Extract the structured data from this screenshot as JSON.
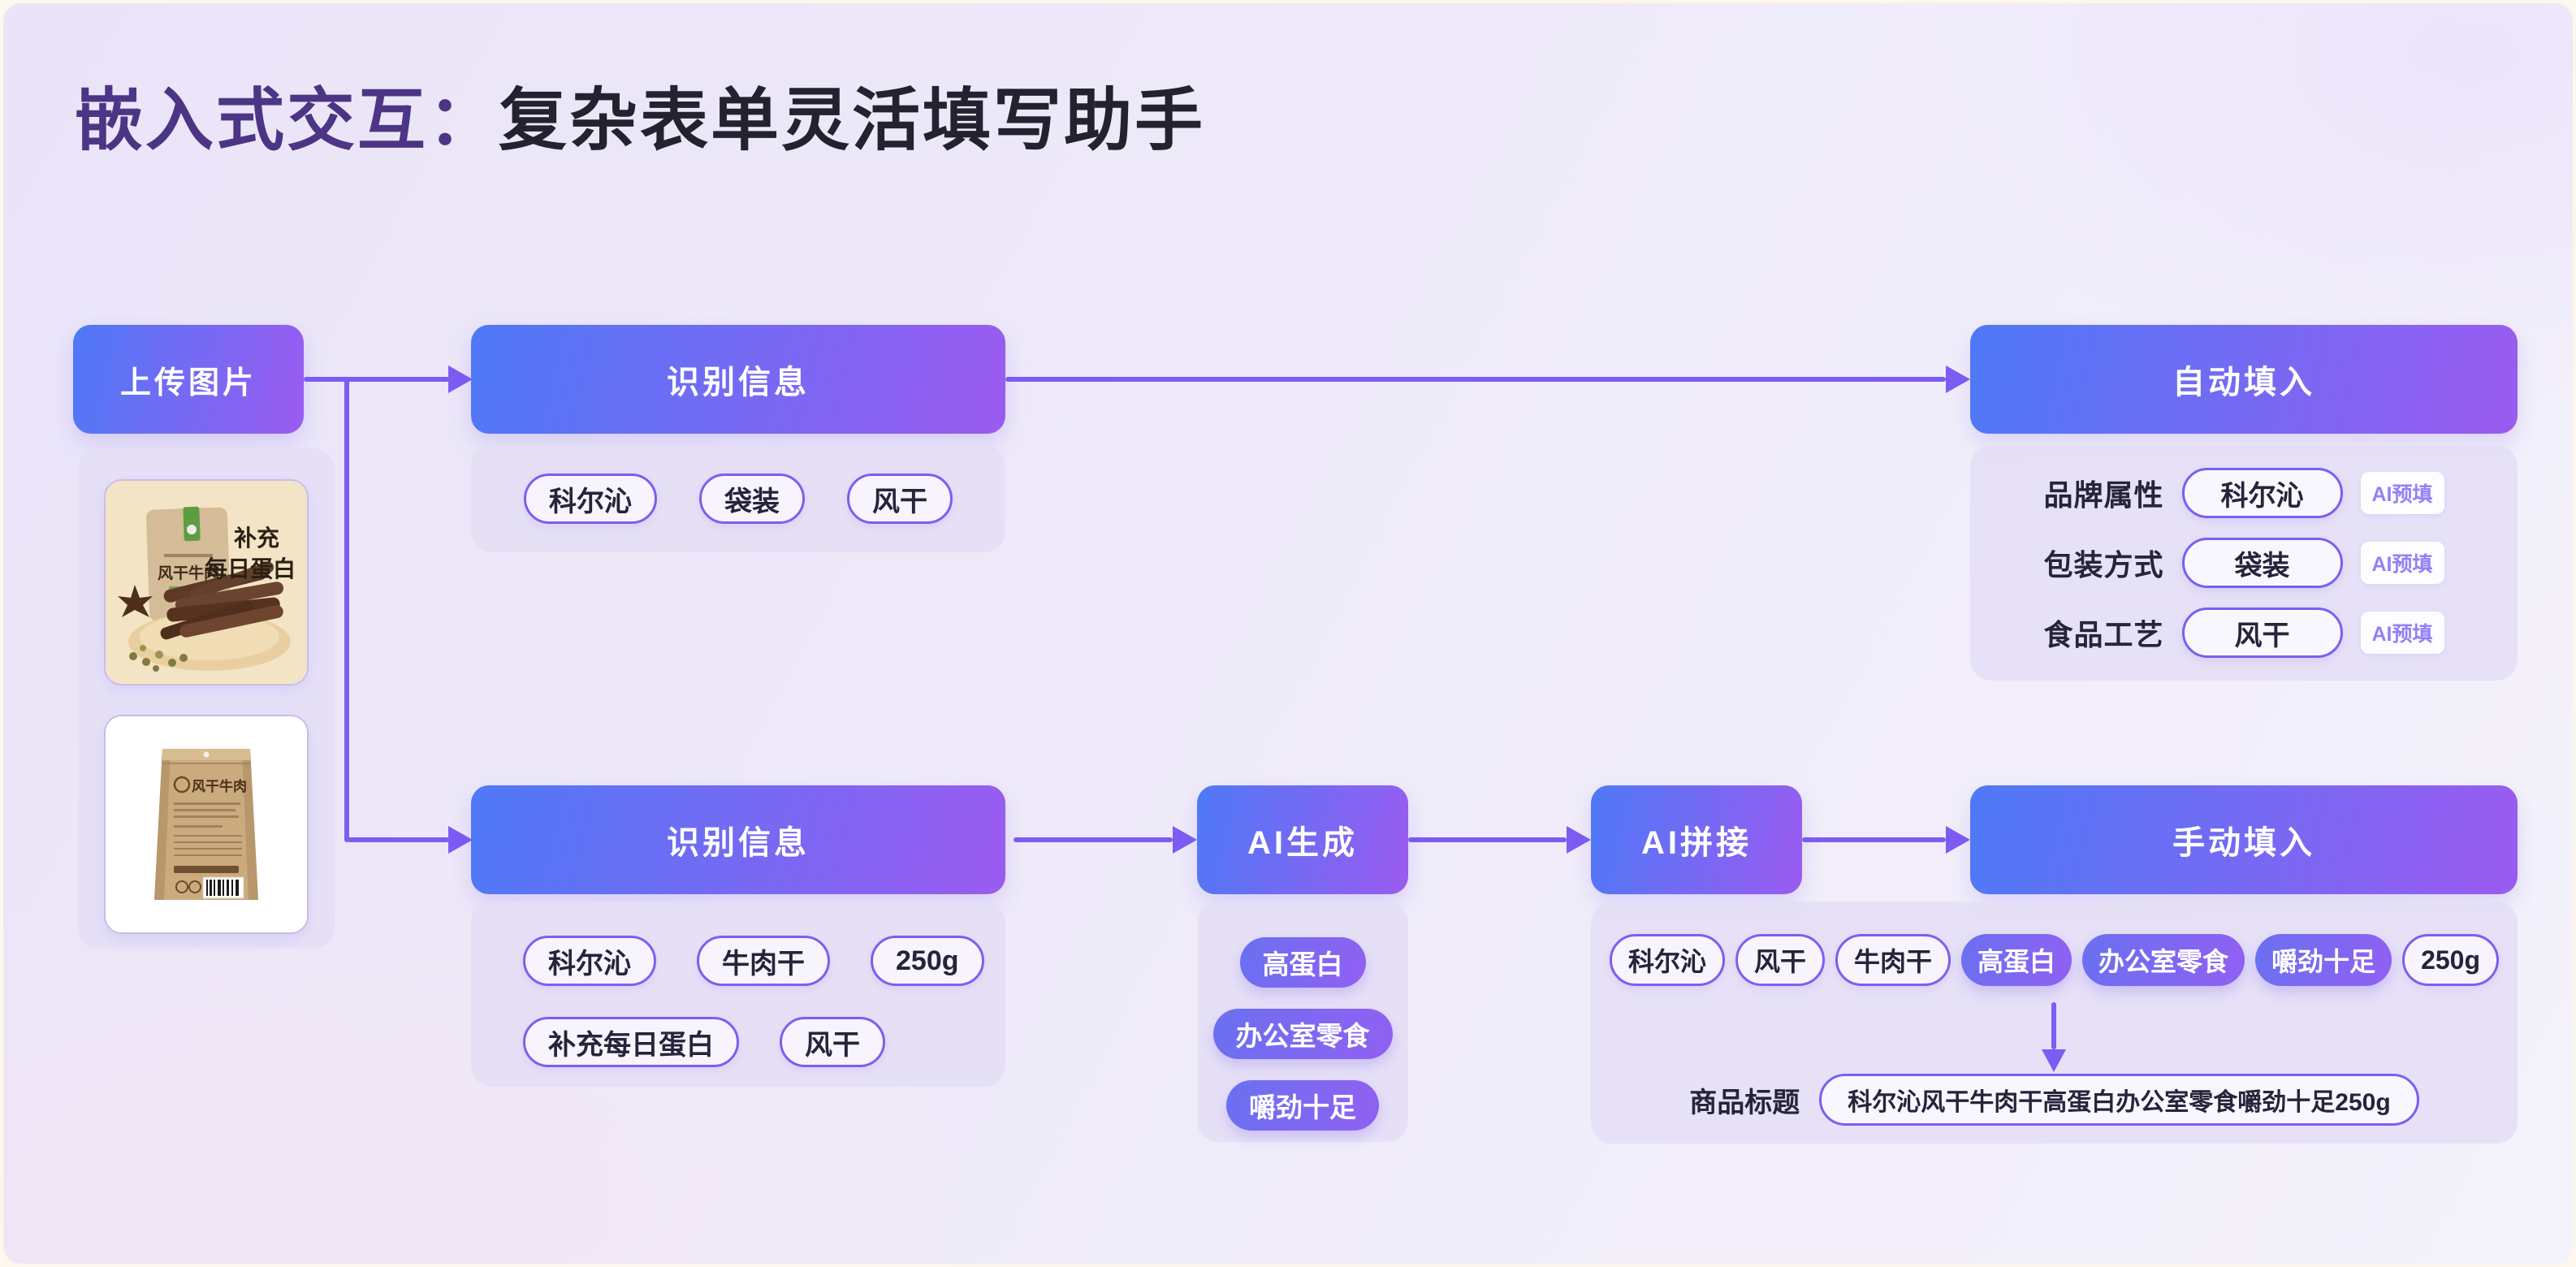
{
  "title": {
    "highlight": "嵌入式交互：",
    "rest": "复杂表单灵活填写助手"
  },
  "nodes": {
    "upload": "上传图片",
    "recognize_top": "识别信息",
    "autofill": "自动填入",
    "recognize_bottom": "识别信息",
    "ai_generate": "AI生成",
    "ai_splice": "AI拼接",
    "manual_fill": "手动填入"
  },
  "upload_images": {
    "front": {
      "caption_line1": "补充",
      "caption_line2": "每日蛋白",
      "bag_label": "风干牛肉"
    },
    "back": {
      "bag_label": "风干牛肉"
    }
  },
  "recognize_top_tags": [
    "科尔沁",
    "袋装",
    "风干"
  ],
  "autofill_fields": [
    {
      "label": "品牌属性",
      "value": "科尔沁",
      "badge": "AI预填"
    },
    {
      "label": "包装方式",
      "value": "袋装",
      "badge": "AI预填"
    },
    {
      "label": "食品工艺",
      "value": "风干",
      "badge": "AI预填"
    }
  ],
  "recognize_bottom_tags": {
    "row1": [
      "科尔沁",
      "牛肉干",
      "250g"
    ],
    "row2": [
      "补充每日蛋白",
      "风干"
    ]
  },
  "ai_generate_tags": [
    "高蛋白",
    "办公室零食",
    "嚼劲十足"
  ],
  "result": {
    "tags": [
      {
        "text": "科尔沁",
        "style": "outline"
      },
      {
        "text": "风干",
        "style": "outline"
      },
      {
        "text": "牛肉干",
        "style": "outline"
      },
      {
        "text": "高蛋白",
        "style": "filled"
      },
      {
        "text": "办公室零食",
        "style": "filled"
      },
      {
        "text": "嚼劲十足",
        "style": "filled"
      },
      {
        "text": "250g",
        "style": "outline"
      }
    ],
    "title_label": "商品标题",
    "title_value": "科尔沁风干牛肉干高蛋白办公室零食嚼劲十足250g"
  },
  "colors": {
    "accent": "#7C5CF2",
    "node_gradient_start": "#4E79F7",
    "node_gradient_end": "#9B5BF0",
    "filled_tag_start": "#6A70F1",
    "filled_tag_end": "#9160F2",
    "title_highlight": "#4C3585",
    "title_text": "#24222F",
    "panel_bg": "#E4DEF6",
    "background": "#EEEAF9"
  }
}
